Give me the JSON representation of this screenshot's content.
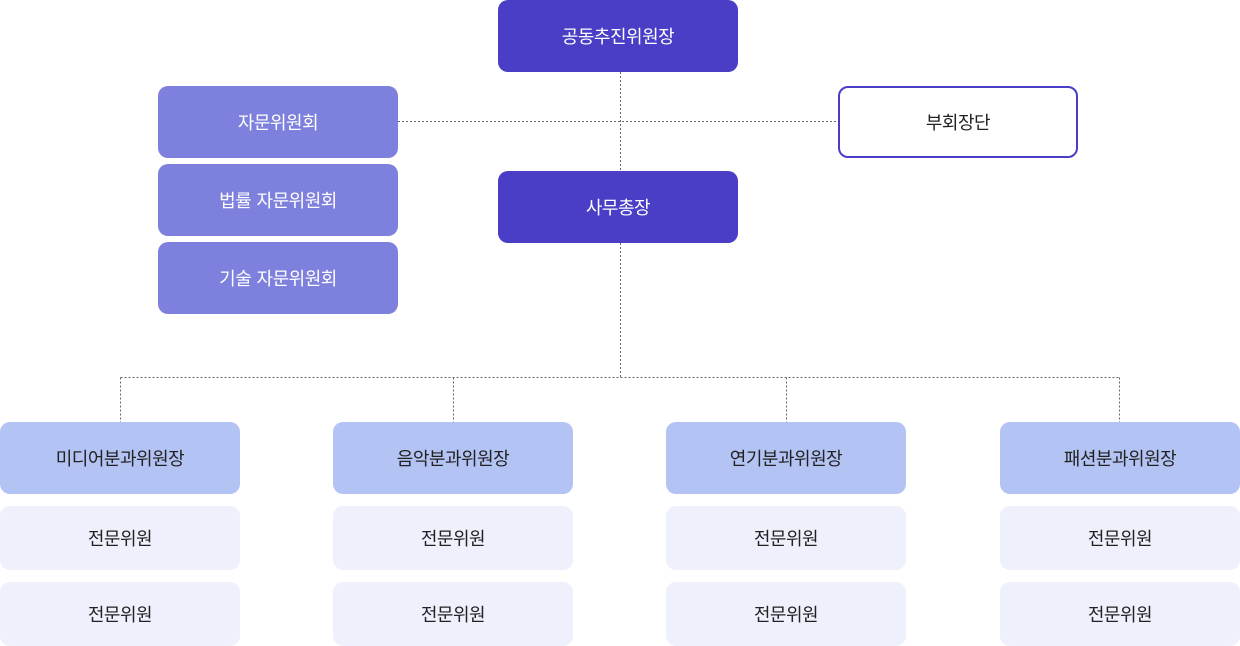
{
  "top": {
    "joint_chair": "공동추진위원장",
    "vice_group": "부회장단",
    "secretary_general": "사무총장"
  },
  "advisory": [
    {
      "label": "자문위원회"
    },
    {
      "label": "법률 자문위원회"
    },
    {
      "label": "기술 자문위원회"
    }
  ],
  "divisions": [
    {
      "label": "미디어분과위원장",
      "members": [
        "전문위원",
        "전문위원"
      ]
    },
    {
      "label": "음악분과위원장",
      "members": [
        "전문위원",
        "전문위원"
      ]
    },
    {
      "label": "연기분과위원장",
      "members": [
        "전문위원",
        "전문위원"
      ]
    },
    {
      "label": "패션분과위원장",
      "members": [
        "전문위원",
        "전문위원"
      ]
    }
  ],
  "colors": {
    "primary": "#4a3ec6",
    "advisory": "#7e80dd",
    "division": "#b3c3f3",
    "member": "#eef1fc",
    "connector": "#666666"
  }
}
